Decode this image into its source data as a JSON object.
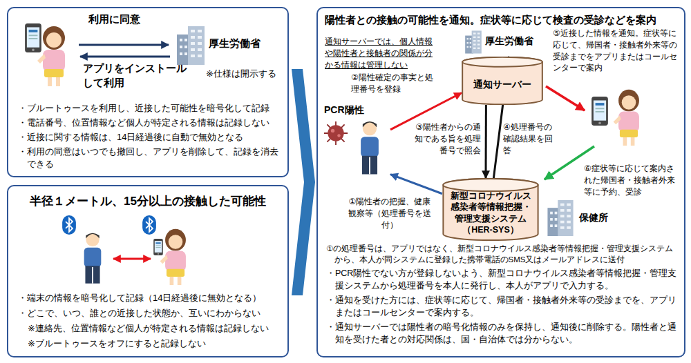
{
  "diagram": {
    "nodes": [
      {
        "text": [
          "・ブルートゥースを利用し、近接した可能性を暗号化して記録",
          "・電話番号、位置情報など個人が特定される情報は記録しない",
          "・近接に関する情報は、14日経過後に自動で無効となる",
          "・利用の同意はいつでも撤回し、アプリを削除して、記録を消去できる"
        ]
      },
      {
        "text": [
          "半径１メートル、15分以上の接触した可能性",
          "・端末の情報を暗号化して記録（14日経過後に無効となる）",
          "・どこで、いつ、誰との近接した状態か、互いにわからない",
          "※連絡先、位置情報など個人が特定される情報は記録しない",
          "※ブルートゥースをオフにすると記録しない"
        ]
      },
      {
        "text": [
          "陽性者との接触の可能性を通知。症状等に応じて検査の受診などを案内",
          "通知サーバーでは、個人情報や陽性者と接触者の関係が分かる情報は管理しない",
          "①の処理番号は、アプリではなく、新型コロナウイルス感染者等情報把握・管理支援システムから、本人が同システムに登録した携帯電話のSMS又はメールアドレスに送付",
          "・PCR陽性でない方が登録しないよう、新型コロナウイルス感染者等情報把握・管理支援システムから処理番号を本人に発行し、本人がアプリで入力する。",
          "・通知を受けた方には、症状等に応じて、帰国者・接触者外来等の受診までを、アプリまたはコールセンターで案内する。",
          "・通知サーバーでは陽性者の暗号化情報のみを保持し、通知後に削除する。陽性者と通知を受けた者との対応関係は、国・自治体では分からない。"
        ]
      },
      {
        "text": [
          "PCR陽性"
        ],
        "in": 2
      },
      {
        "text": [
          "通知サーバー"
        ],
        "in": 2
      },
      {
        "text": [
          "新型コロナウイルス感染者等情報把握・管理支援システム（HER-SYS）"
        ],
        "in": 2
      }
    ],
    "edges": [
      {
        "from": 3,
        "to": 4,
        "label": "②陽性確定の事実と処理番号を登録",
        "arrow": "to"
      },
      {
        "from": 4,
        "to": 5,
        "label": "③陽性者からの通知である旨を処理番号で照会",
        "arrow": "to"
      },
      {
        "from": 5,
        "to": 4,
        "label": "④処理番号の確認結果を回答",
        "arrow": "to"
      },
      {
        "from": 5,
        "to": 3,
        "label": "①陽性者の把握、健康観察等（処理番号を送付）",
        "arrow": "to"
      }
    ],
    "labels": [
      "利用に同意",
      "アプリをインストールして利用",
      "厚生労働省",
      "※仕様は開示する",
      "厚生労働省",
      "⑤近接した情報を通知。症状等に応じて、帰国者・接触者外来等の受診までをアプリまたはコールセンターで案内",
      "⑥症状等に応じて案内された帰国者・接触者外来等に予約、受診",
      "保健所"
    ]
  }
}
